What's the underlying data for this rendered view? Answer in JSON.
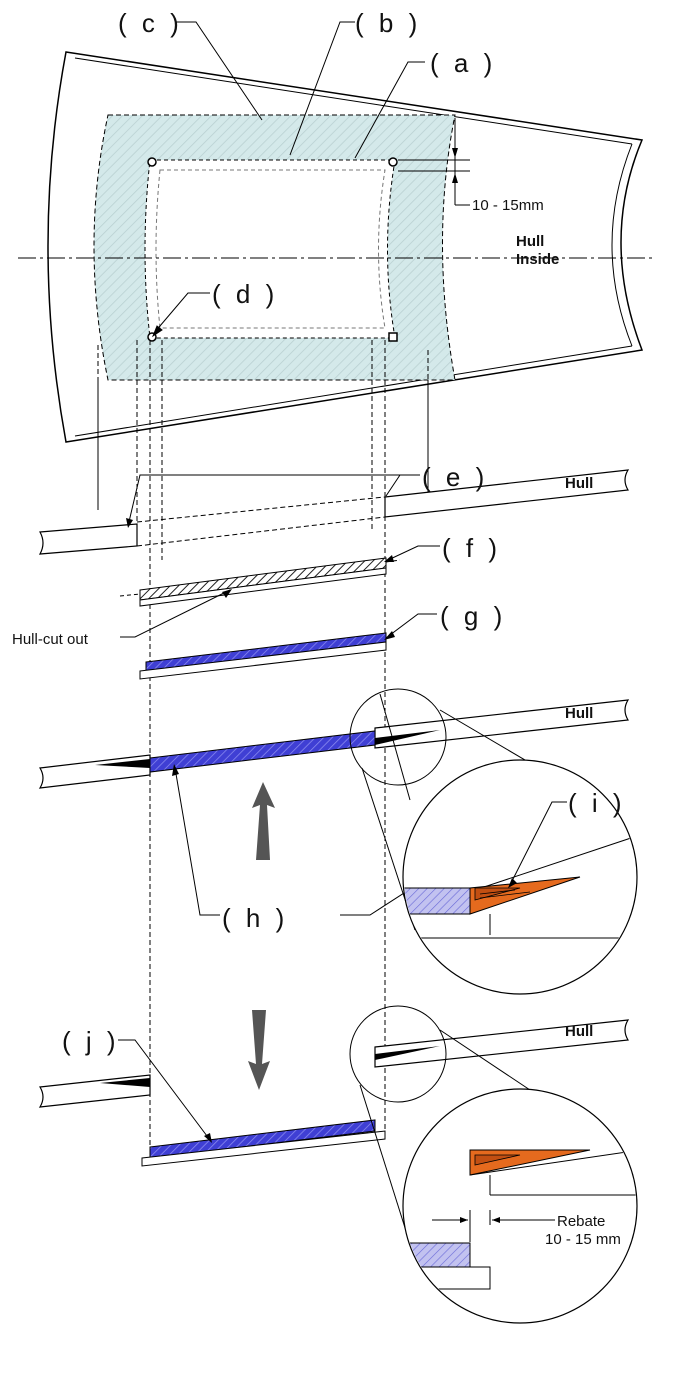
{
  "labels": {
    "a": "( a )",
    "b": "( b )",
    "c": "( c )",
    "d": "( d )",
    "e": "( e )",
    "f": "( f )",
    "g": "( g )",
    "h": "( h )",
    "i": "( i )",
    "j": "( j )"
  },
  "texts": {
    "gap_top": "10 - 15mm",
    "hull_inside_1": "Hull",
    "hull_inside_2": "Inside",
    "hull_e": "Hull",
    "hull_h": "Hull",
    "hull_j": "Hull",
    "hull_cut_out": "Hull-cut out",
    "rebate_1": "Rebate",
    "rebate_2": "10 - 15 mm"
  },
  "colors": {
    "shade": "#d4e9ea",
    "patch_blue": "#3f3fd4",
    "patch_light": "#a9a9e6",
    "wedge_orange": "#e56a1e",
    "line": "#000000"
  }
}
